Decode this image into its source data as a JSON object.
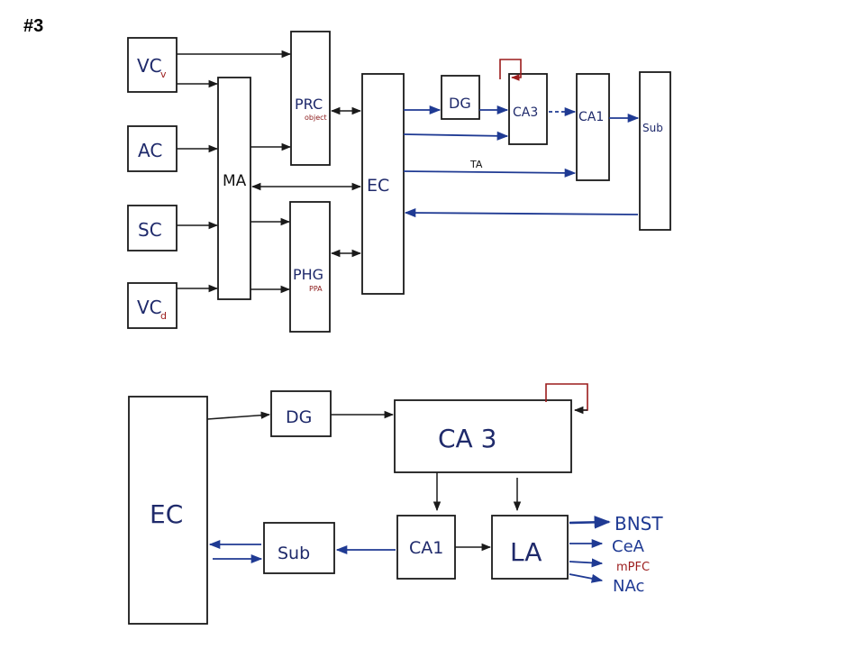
{
  "slide_number": "#3",
  "colors": {
    "blue": "#1f3a93",
    "black": "#1a1a1a",
    "red": "#9b1c1c",
    "navy_text": "#1f2a6b"
  },
  "top": {
    "vc_v": {
      "main": "VC",
      "sub": "v"
    },
    "ac": "AC",
    "sc": "SC",
    "vc_d": {
      "main": "VC",
      "sub": "d"
    },
    "ma": "MA",
    "prc": {
      "main": "PRC",
      "note": "object"
    },
    "phg": {
      "main": "PHG",
      "note": "PPA"
    },
    "ec": "EC",
    "dg": "DG",
    "ca3": "CA3",
    "ca1": "CA1",
    "sub": "Sub",
    "ta_label": "TA"
  },
  "bottom": {
    "ec": "EC",
    "dg": "DG",
    "ca3": "CA 3",
    "ca1": "CA1",
    "la": "LA",
    "sub": "Sub",
    "outputs": [
      {
        "label": "BNST",
        "color": "#1f3a93"
      },
      {
        "label": "CeA",
        "color": "#1f3a93"
      },
      {
        "label": "mPFC",
        "color": "#9b1c1c"
      },
      {
        "label": "NAc",
        "color": "#1f3a93"
      }
    ]
  }
}
